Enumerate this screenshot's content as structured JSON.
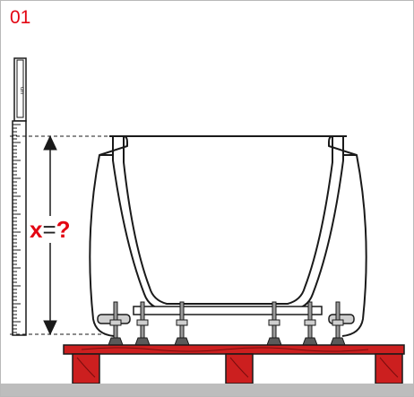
{
  "step_number": "01",
  "ruler_unit": "cm",
  "measure_label": {
    "var": "x",
    "equals": "=",
    "unknown": "?"
  },
  "colors": {
    "accent_red": "#e30613",
    "line": "#1a1a1a",
    "pallet_red": "#cc1f1f",
    "floor_grey": "#bdbdbd"
  },
  "icons": {
    "ruler": "folding-ruler",
    "tub": "bathtub-cross-section",
    "pallet": "wooden-pallet",
    "feet": "adjustable-feet"
  }
}
